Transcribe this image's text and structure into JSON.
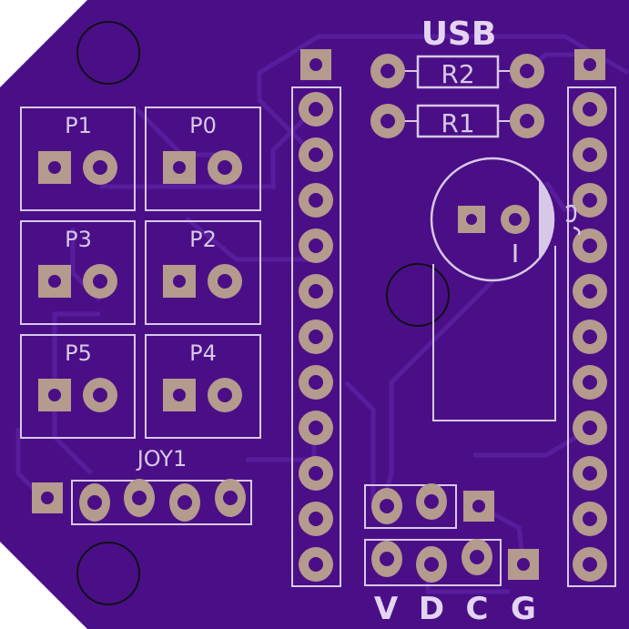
{
  "board": {
    "substrate_color": "#4a0f86",
    "substrate_edge_color": "#3d0b72",
    "trace_color": "#5a1fa0",
    "silk_color": "#d8c8e8",
    "pad_color": "#b59a8e",
    "hole_color": "#4a0f86"
  },
  "labels": {
    "usb": "USB",
    "r2": "R2",
    "r1": "R1",
    "joy1": "JOY1",
    "p1": "P1",
    "p0": "P0",
    "p3": "P3",
    "p2": "P2",
    "p5": "P5",
    "p4": "P4",
    "v": "V",
    "d": "D",
    "c": "C",
    "g": "G"
  }
}
